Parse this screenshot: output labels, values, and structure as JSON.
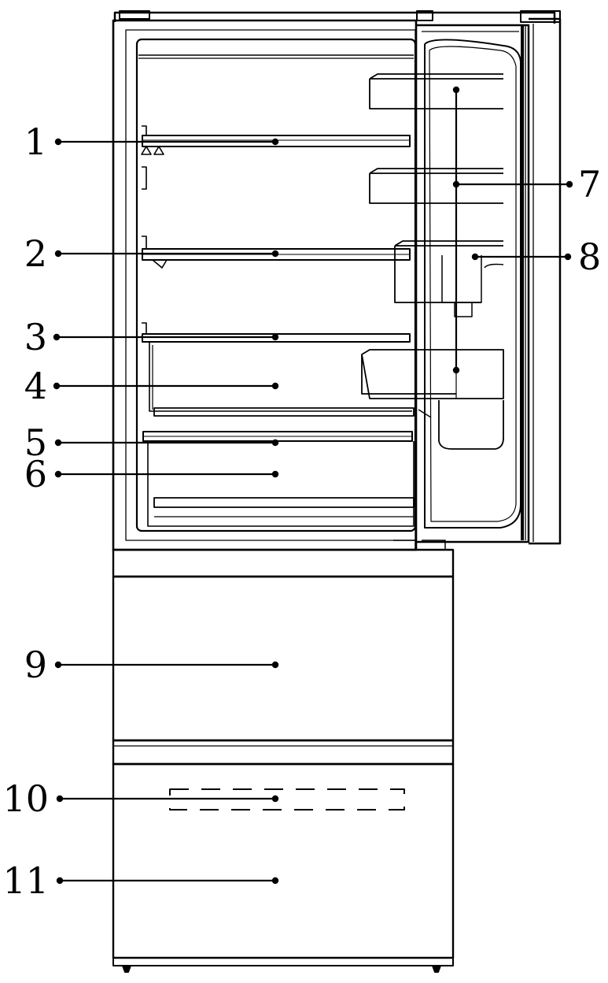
{
  "colors": {
    "line": "#000000",
    "background": "#ffffff"
  },
  "callouts": [
    {
      "id": "1",
      "label": "1"
    },
    {
      "id": "2",
      "label": "2"
    },
    {
      "id": "3",
      "label": "3"
    },
    {
      "id": "4",
      "label": "4"
    },
    {
      "id": "5",
      "label": "5"
    },
    {
      "id": "6",
      "label": "6"
    },
    {
      "id": "7",
      "label": "7"
    },
    {
      "id": "8",
      "label": "8"
    },
    {
      "id": "9",
      "label": "9"
    },
    {
      "id": "10",
      "label": "10"
    },
    {
      "id": "11",
      "label": "11"
    }
  ]
}
